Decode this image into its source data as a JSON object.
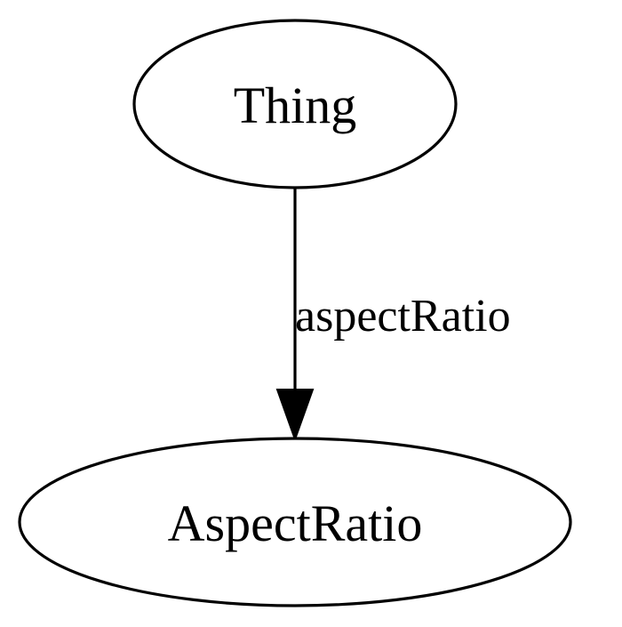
{
  "diagram": {
    "nodes": [
      {
        "id": "thing",
        "label": "Thing"
      },
      {
        "id": "aspect-ratio",
        "label": "AspectRatio"
      }
    ],
    "edges": [
      {
        "from": "thing",
        "to": "aspect-ratio",
        "label": "aspectRatio"
      }
    ]
  }
}
